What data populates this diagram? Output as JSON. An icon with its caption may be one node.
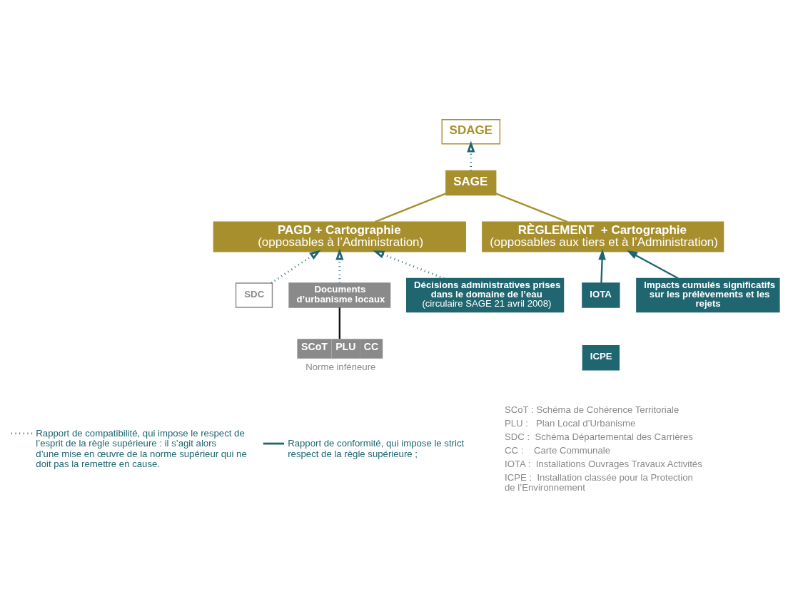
{
  "diagram": {
    "nodes": [
      {
        "text": [
          "SDAGE"
        ]
      },
      {
        "text": [
          "SAGE"
        ]
      },
      {
        "text": [
          "PAGD + Cartographie",
          "(opposables à l’Administration)"
        ]
      },
      {
        "text": [
          "RÈGLEMENT  + Cartographie",
          "(opposables aux tiers et à l’Administration)"
        ]
      },
      {
        "text": [
          "SDC"
        ]
      },
      {
        "text": [
          "Documents d’urbanisme locaux"
        ]
      },
      {
        "text": [
          "Décisions administratives prises dans le domaine de l’eau",
          "(circulaire SAGE 21 avril 2008)"
        ]
      },
      {
        "text": [
          "IOTA"
        ]
      },
      {
        "text": [
          "ICPE"
        ]
      },
      {
        "text": [
          "Impacts cumulés significatifs sur les prélèvements et les rejets"
        ]
      },
      {
        "text": [
          "SCoT",
          "PLU",
          "CC"
        ],
        "beside": [
          "Norme inférieure"
        ]
      }
    ],
    "edges": [
      {
        "from": 1,
        "to": 0,
        "arrow": "to",
        "style": "dashed"
      },
      {
        "from": 2,
        "to": 1,
        "arrow": "none",
        "color": "#a88f2e"
      },
      {
        "from": 3,
        "to": 1,
        "arrow": "none",
        "color": "#a88f2e"
      },
      {
        "from": 4,
        "to": 2,
        "arrow": "to",
        "style": "dashed"
      },
      {
        "from": 5,
        "to": 2,
        "arrow": "to",
        "style": "dashed"
      },
      {
        "from": 6,
        "to": 2,
        "arrow": "to",
        "style": "dashed"
      },
      {
        "from": 7,
        "to": 3,
        "arrow": "to"
      },
      {
        "from": 9,
        "to": 3,
        "arrow": "to"
      },
      {
        "from": 10,
        "to": 5,
        "arrow": "none",
        "color": "#111111"
      }
    ],
    "labels": [
      "SCoT : Schéma de Cohérence Territoriale",
      "PLU :   Plan Local d’Urbanisme",
      "SDC :  Schéma Départemental des Carrières",
      "CC :    Carte Communale",
      "IOTA :  Installations Ouvrages Travaux Activités",
      "ICPE :  Installation classée pour la Protection de l’Environnement"
    ],
    "legend": [
      {
        "text": "Rapport de compatibilité, qui impose le respect de l’esprit de la règle supérieure : il s’agit alors d’une mise en œuvre de la norme supérieur qui ne doit pas la remettre en cause."
      },
      {
        "text": "Rapport de conformité, qui impose le strict respect de la règle supérieure ;"
      }
    ]
  }
}
